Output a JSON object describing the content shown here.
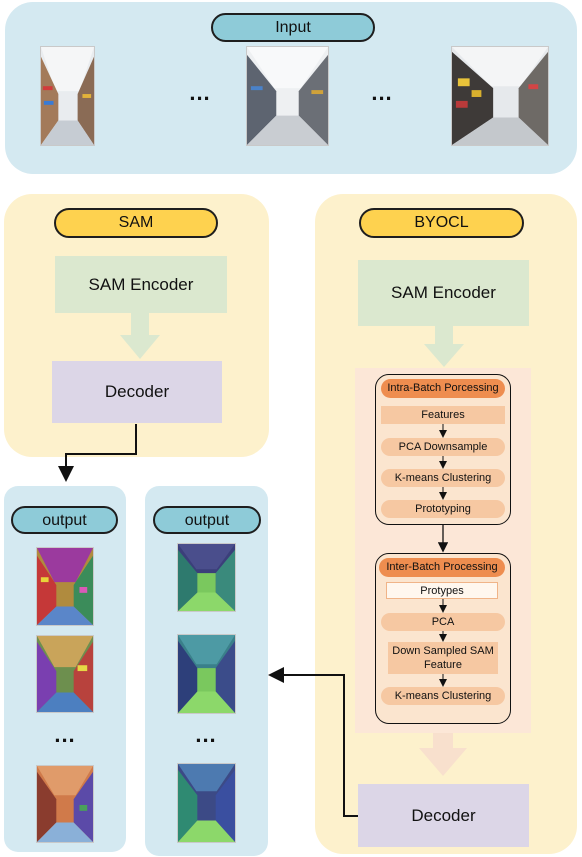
{
  "input": {
    "label": "Input",
    "ellipsis_left": "...",
    "ellipsis_right": "..."
  },
  "sam": {
    "label": "SAM",
    "encoder": "SAM Encoder",
    "decoder": "Decoder"
  },
  "byocl": {
    "label": "BYOCL",
    "encoder": "SAM Encoder",
    "intra": {
      "title": "Intra-Batch Porcessing",
      "steps": [
        "Features",
        "PCA Downsample",
        "K-means Clustering",
        "Prototyping"
      ]
    },
    "inter": {
      "title": "Inter-Batch Processing",
      "steps": [
        "Protypes",
        "PCA",
        "Down Sampled SAM Feature",
        "K-means Clustering"
      ]
    },
    "decoder": "Decoder"
  },
  "outputs": [
    {
      "label": "output",
      "ellipsis": "..."
    },
    {
      "label": "output",
      "ellipsis": "..."
    }
  ],
  "colors": {
    "panel_blue": "#d4e9f1",
    "panel_yellow": "#fdf1cc",
    "pill_blue": "#8ecbd8",
    "pill_yellow": "#fed24f",
    "encoder_green": "#dbe8cf",
    "decoder_purple": "#dcd6e7",
    "step_orange": "#f6c8a2",
    "head_orange": "#ee8d4f"
  }
}
